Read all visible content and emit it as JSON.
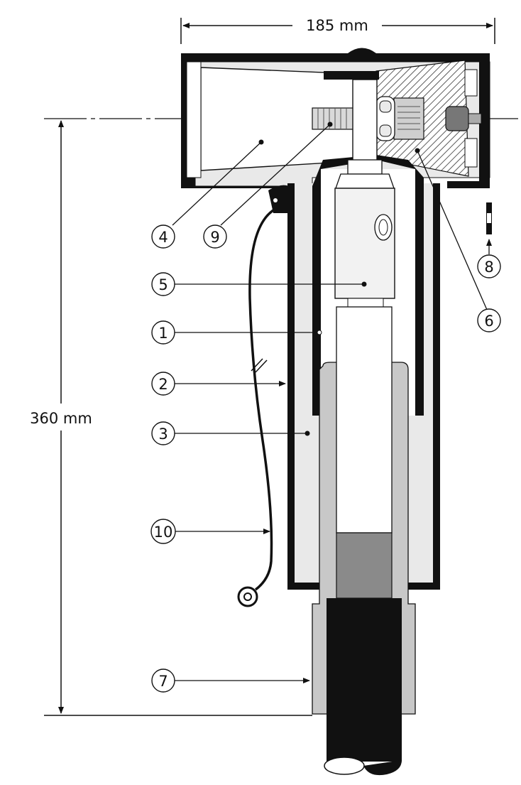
{
  "dimensions": {
    "width_label": "185 mm",
    "height_label": "360 mm"
  },
  "callouts": [
    {
      "id": "c1",
      "label": "1"
    },
    {
      "id": "c2",
      "label": "2"
    },
    {
      "id": "c3",
      "label": "3"
    },
    {
      "id": "c4",
      "label": "4"
    },
    {
      "id": "c5",
      "label": "5"
    },
    {
      "id": "c6",
      "label": "6"
    },
    {
      "id": "c7",
      "label": "7"
    },
    {
      "id": "c8",
      "label": "8"
    },
    {
      "id": "c9",
      "label": "9"
    },
    {
      "id": "c10",
      "label": "10"
    }
  ],
  "colors": {
    "outline": "#111111",
    "light_fill": "#e6e6e6",
    "mid_fill": "#c8c8c8",
    "dark_fill": "#8a8a8a",
    "black": "#111111"
  }
}
